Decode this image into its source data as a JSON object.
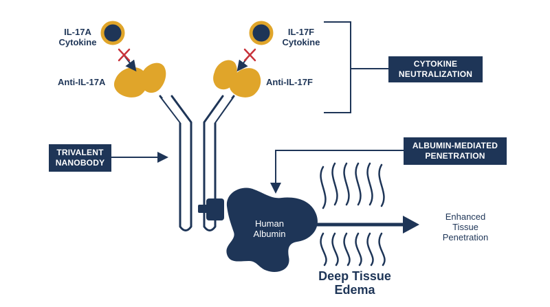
{
  "cytokines": {
    "left": {
      "line1": "IL-17A",
      "line2": "Cytokine",
      "ring_color": "#e0a52a"
    },
    "right": {
      "line1": "IL-17F",
      "line2": "Cytokine",
      "ring_color": "#e0a52a"
    }
  },
  "binders": {
    "left_label": "Anti-IL-17A",
    "right_label": "Anti-IL-17F",
    "color": "#e0a52a"
  },
  "boxes": {
    "cytokine_neutralization": {
      "line1": "CYTOKINE",
      "line2": "NEUTRALIZATION"
    },
    "trivalent_nanobody": {
      "line1": "TRIVALENT",
      "line2": "NANOBODY"
    },
    "albumin_mediated": {
      "line1": "ALBUMIN-MEDIATED",
      "line2": "PENETRATION"
    }
  },
  "albumin": {
    "line1": "Human",
    "line2": "Albumin"
  },
  "edema": {
    "line1": "Deep Tissue",
    "line2": "Edema"
  },
  "outcome": {
    "line1": "Enhanced",
    "line2": "Tissue",
    "line3": "Penetration"
  },
  "colors": {
    "navy": "#1e3557",
    "gold": "#e0a52a",
    "blocked_x": "#c8323a"
  }
}
